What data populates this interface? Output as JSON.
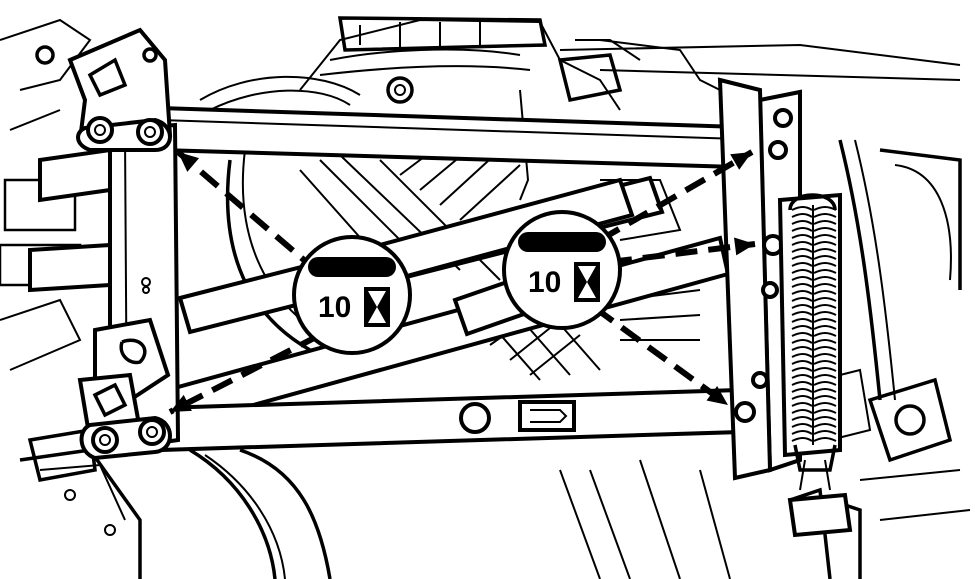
{
  "diagram": {
    "type": "service-illustration",
    "torque_badges": [
      {
        "id": "left",
        "value": "10",
        "icon": "hourglass-icon"
      },
      {
        "id": "right",
        "value": "10",
        "icon": "hourglass-icon"
      }
    ]
  },
  "colors": {
    "ink": "#000000",
    "paper": "#ffffff"
  }
}
